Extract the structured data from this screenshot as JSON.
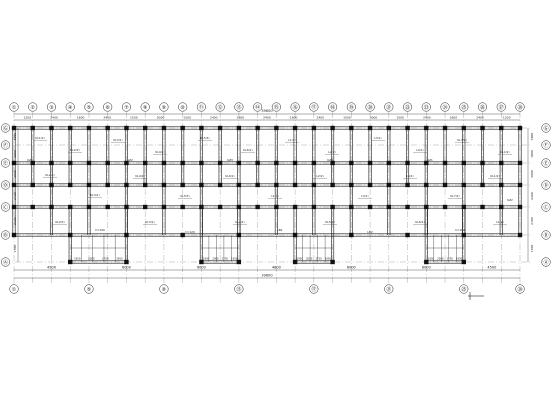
{
  "drawing": {
    "top_axis_labels": [
      "①",
      "②",
      "③",
      "④",
      "⑤",
      "⑥",
      "⑦",
      "⑧",
      "⑨",
      "⑩",
      "⑪",
      "⑫",
      "⑬",
      "⑭",
      "⑮",
      "⑯",
      "⑰",
      "⑱",
      "⑲",
      "⑳",
      "㉑",
      "㉒",
      "㉓",
      "㉔",
      "㉕",
      "㉖",
      "㉗",
      "㉘"
    ],
    "bottom_axis_labels": [
      "①",
      "⑤",
      "⑨",
      "⑬",
      "⑰",
      "㉑",
      "㉕",
      "㉘"
    ],
    "left_axis_labels": [
      "Ⓖ",
      "Ⓕ",
      "Ⓔ",
      "Ⓓ",
      "Ⓒ",
      "Ⓑ",
      "Ⓐ"
    ],
    "right_axis_labels": [
      "Ⓖ",
      "Ⓕ",
      "Ⓔ",
      "Ⓓ",
      "Ⓒ",
      "Ⓑ",
      "Ⓐ"
    ],
    "top_overall_dimension": "39600",
    "bottom_overall_dimension": "39600",
    "top_segment_dims": [
      "1200",
      "2400",
      "1800",
      "2400",
      "1500",
      "3000",
      "1500",
      "2400",
      "1800",
      "2400",
      "1800",
      "2400",
      "1500",
      "3000",
      "1500",
      "2400",
      "1800",
      "2400",
      "1200"
    ],
    "bottom_segment_dims": [
      "4500",
      "6000",
      "6000",
      "4800",
      "6000",
      "6000",
      "4500"
    ],
    "bottom_stair_dims": [
      "1950",
      "2000",
      "1750",
      "1950"
    ],
    "left_dims": [
      "3900",
      "1800",
      "3000",
      "2400",
      "2100",
      "1500"
    ],
    "right_dims": [
      "3900",
      "1800",
      "3000",
      "2400",
      "2100",
      "1500"
    ],
    "beam_labels": [
      "KL1(2)",
      "KL2(3)",
      "KL3(1)",
      "KL4(2)",
      "KL5(3)",
      "KL6(1)",
      "L1(1)",
      "L2(2)",
      "L3(1)",
      "L4(1)",
      "KL7(2)"
    ],
    "column_labels": [
      "KZ1",
      "KZ2",
      "KZ3",
      "KZ4"
    ],
    "slab_callouts": [
      "h=100",
      "h=120",
      "LB1",
      "LB2"
    ]
  }
}
